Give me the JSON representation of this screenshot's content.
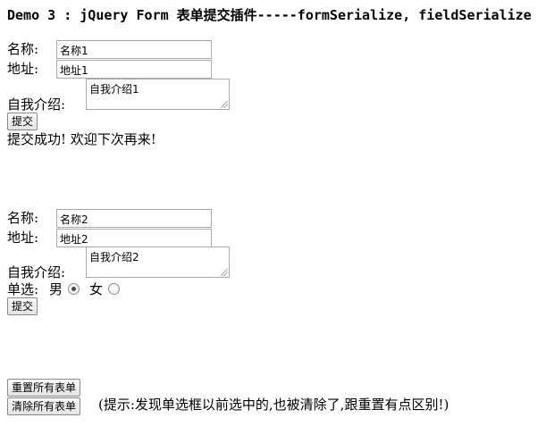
{
  "page": {
    "title": "Demo 3 : jQuery Form 表单提交插件-----formSerialize, fieldSerialize"
  },
  "form1": {
    "name_label": "名称:",
    "name_value": "名称1",
    "address_label": "地址:",
    "address_value": "地址1",
    "intro_label": "自我介绍:",
    "intro_value": "自我介绍1",
    "submit_label": "提交",
    "success_message": "提交成功! 欢迎下次再来!"
  },
  "form2": {
    "name_label": "名称:",
    "name_value": "名称2",
    "address_label": "地址:",
    "address_value": "地址2",
    "intro_label": "自我介绍:",
    "intro_value": "自我介绍2",
    "radio_label": "单选:",
    "male_label": "男",
    "female_label": "女",
    "selected_option": "男",
    "submit_label": "提交"
  },
  "controls": {
    "reset_all_label": "重置所有表单",
    "clear_all_label": "清除所有表单",
    "hint": "(提示:发现单选框以前选中的,也被清除了,跟重置有点区别!)"
  }
}
